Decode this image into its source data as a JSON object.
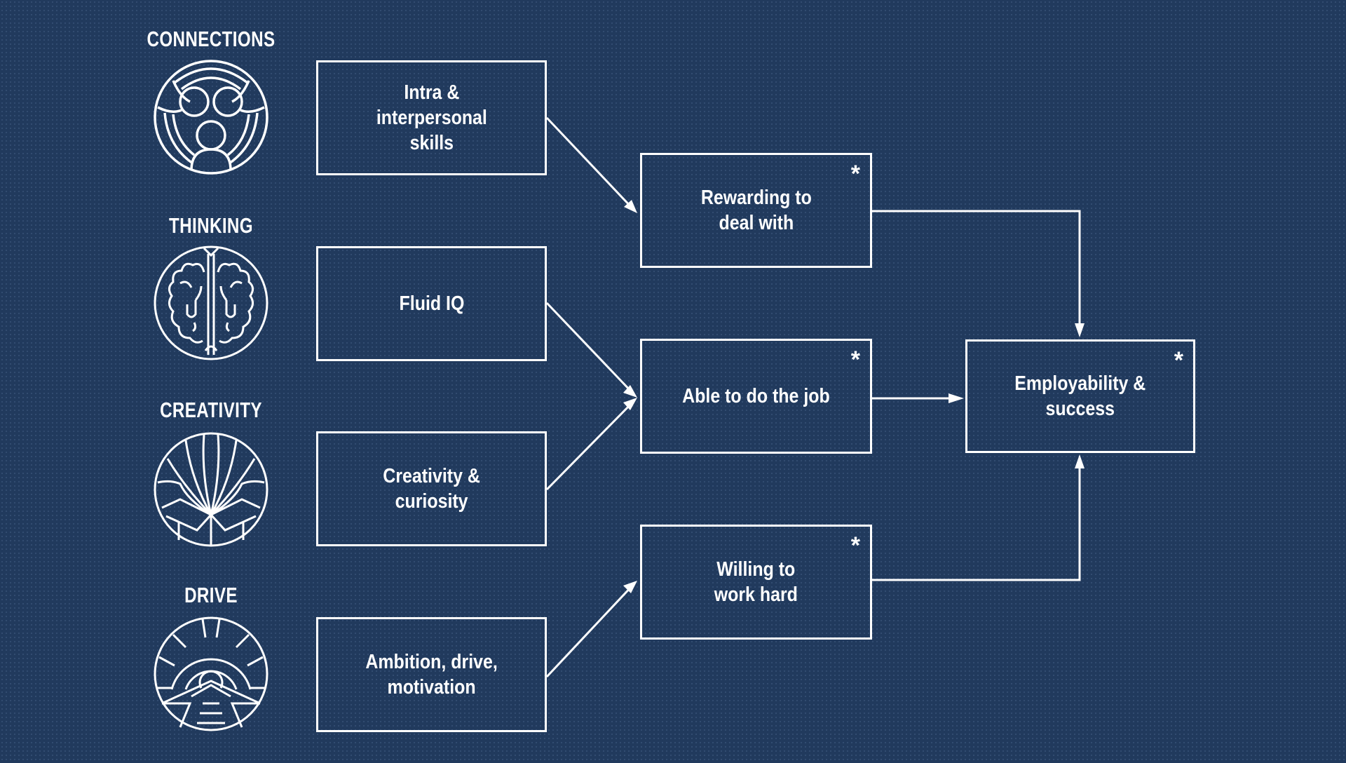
{
  "categories": [
    {
      "label": "CONNECTIONS",
      "icon": "people-group-icon"
    },
    {
      "label": "THINKING",
      "icon": "brain-icon"
    },
    {
      "label": "CREATIVITY",
      "icon": "open-book-rays-icon"
    },
    {
      "label": "DRIVE",
      "icon": "road-tunnel-icon"
    }
  ],
  "traits": [
    {
      "label": "Intra &\ninterpersonal\nskills"
    },
    {
      "label": "Fluid IQ"
    },
    {
      "label": "Creativity &\ncuriosity"
    },
    {
      "label": "Ambition, drive,\nmotivation"
    }
  ],
  "outcomes": [
    {
      "label": "Rewarding to\ndeal with",
      "marker": "*"
    },
    {
      "label": "Able to do the job",
      "marker": "*"
    },
    {
      "label": "Willing to\nwork hard",
      "marker": "*"
    }
  ],
  "result": {
    "label": "Employability &\nsuccess",
    "marker": "*"
  },
  "links": [
    {
      "from": "Intra & interpersonal skills",
      "to": "Rewarding to deal with"
    },
    {
      "from": "Fluid IQ",
      "to": "Able to do the job"
    },
    {
      "from": "Creativity & curiosity",
      "to": "Able to do the job"
    },
    {
      "from": "Ambition, drive, motivation",
      "to": "Willing to work hard"
    },
    {
      "from": "Rewarding to deal with",
      "to": "Employability & success"
    },
    {
      "from": "Able to do the job",
      "to": "Employability & success"
    },
    {
      "from": "Willing to work hard",
      "to": "Employability & success"
    }
  ],
  "colors": {
    "background": "#213a5d",
    "foreground": "#ffffff"
  }
}
